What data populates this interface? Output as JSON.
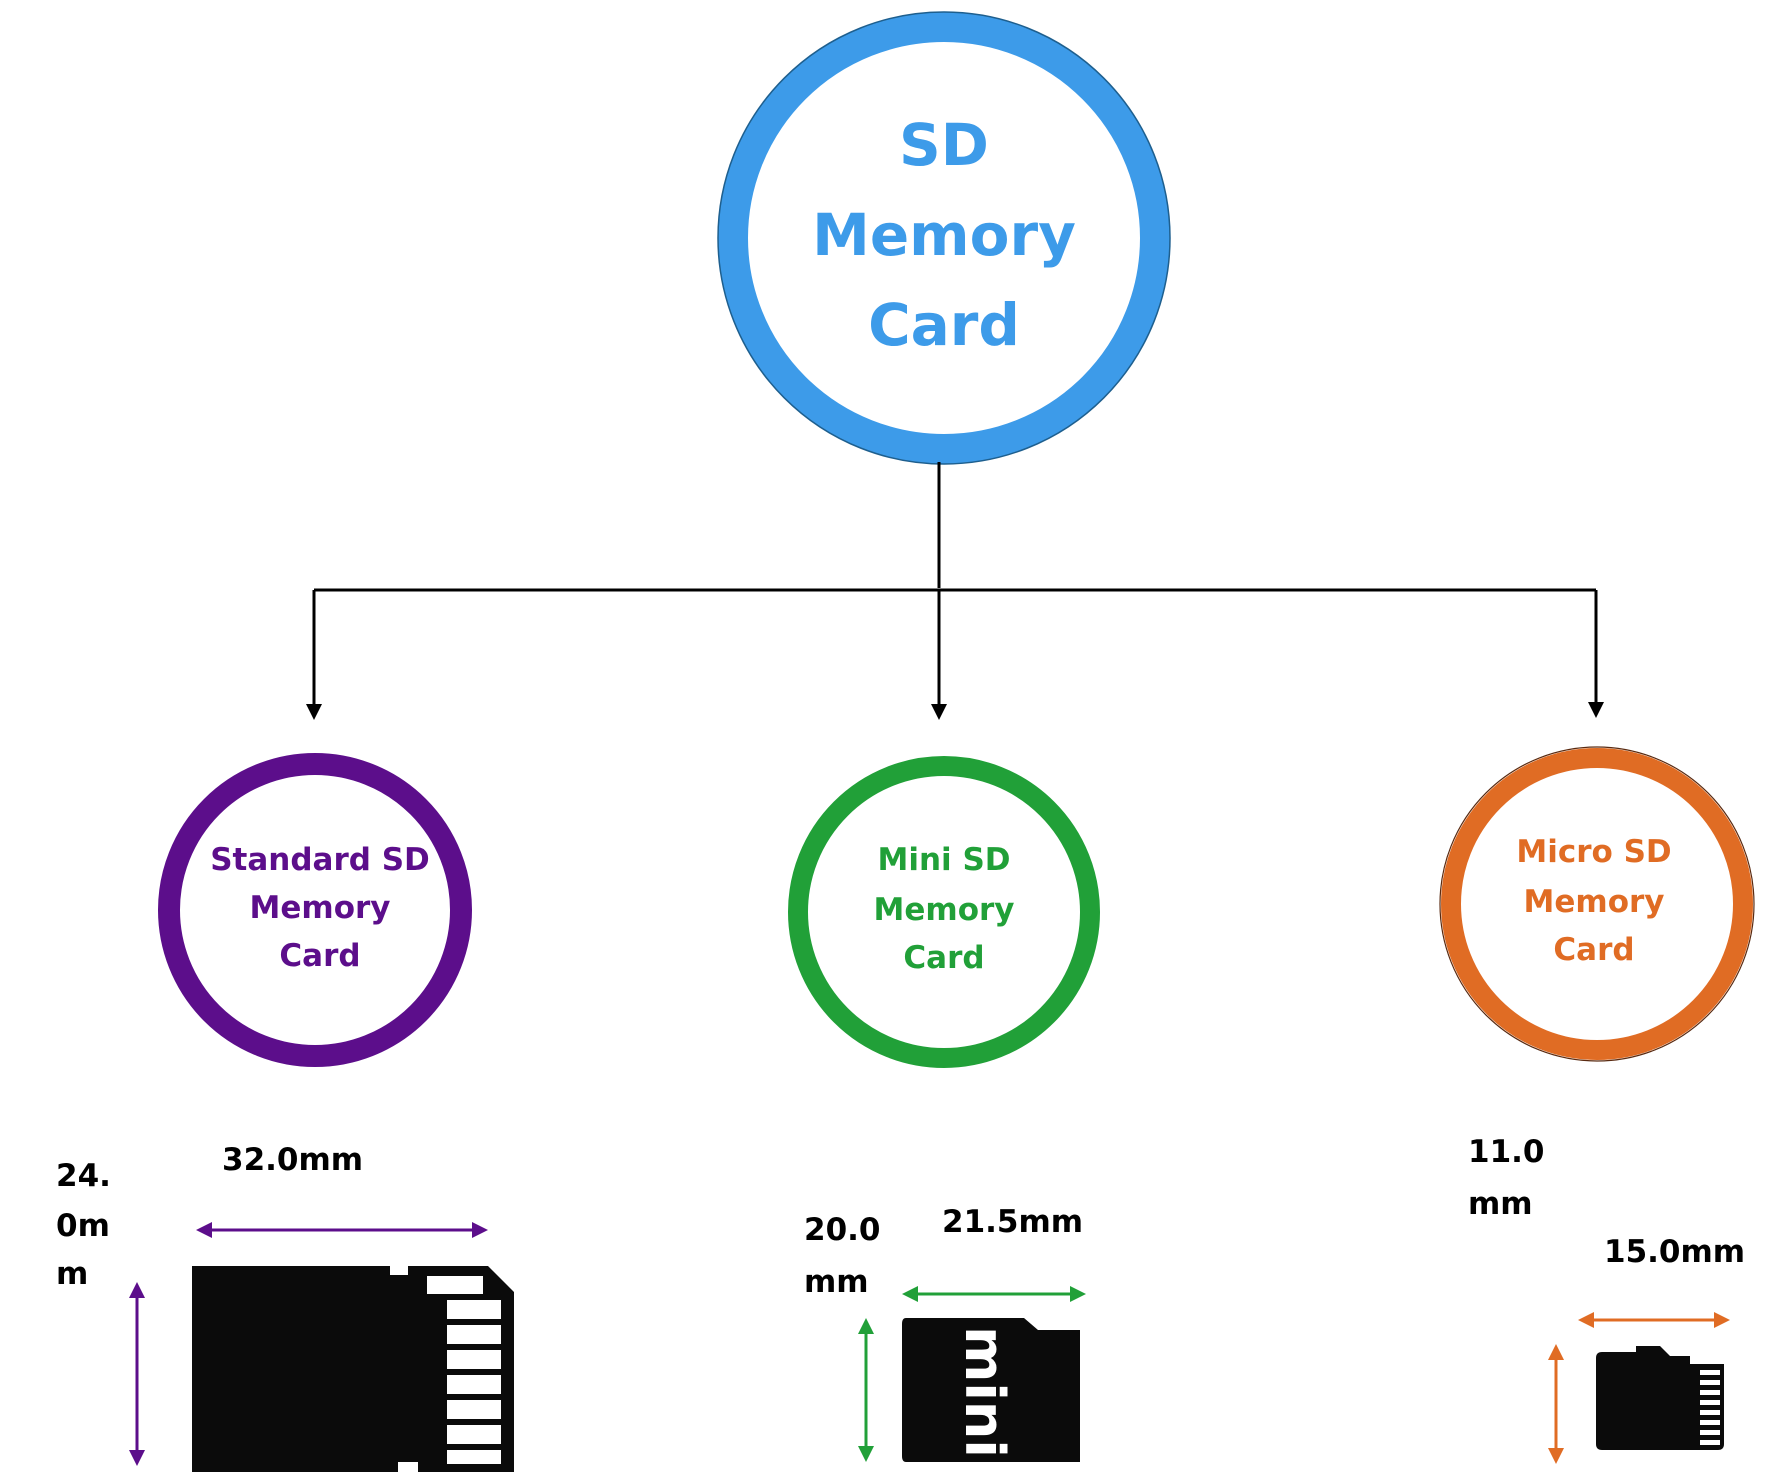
{
  "colors": {
    "root": "#3d9be9",
    "standard": "#5c0e8b",
    "mini": "#21a038",
    "micro": "#e06c24",
    "connector": "#000000",
    "card": "#000000",
    "dimension_text": "#000000"
  },
  "root": {
    "line1": "SD",
    "line2": "Memory",
    "line3": "Card"
  },
  "children": {
    "standard": {
      "line1": "Standard SD",
      "line2": "Memory",
      "line3": "Card",
      "width_label": "32.0mm",
      "height_label_lines": [
        "24.",
        "0m",
        "m"
      ],
      "icon": "standard-sd-card-icon"
    },
    "mini": {
      "line1": "Mini SD",
      "line2": "Memory",
      "line3": "Card",
      "width_label": "21.5mm",
      "height_label_lines": [
        "20.0",
        "mm"
      ],
      "card_text": "mini",
      "icon": "mini-sd-card-icon"
    },
    "micro": {
      "line1": "Micro SD",
      "line2": "Memory",
      "line3": "Card",
      "width_label": "15.0mm",
      "height_label_lines": [
        "11.0",
        "mm"
      ],
      "icon": "micro-sd-card-icon"
    }
  }
}
